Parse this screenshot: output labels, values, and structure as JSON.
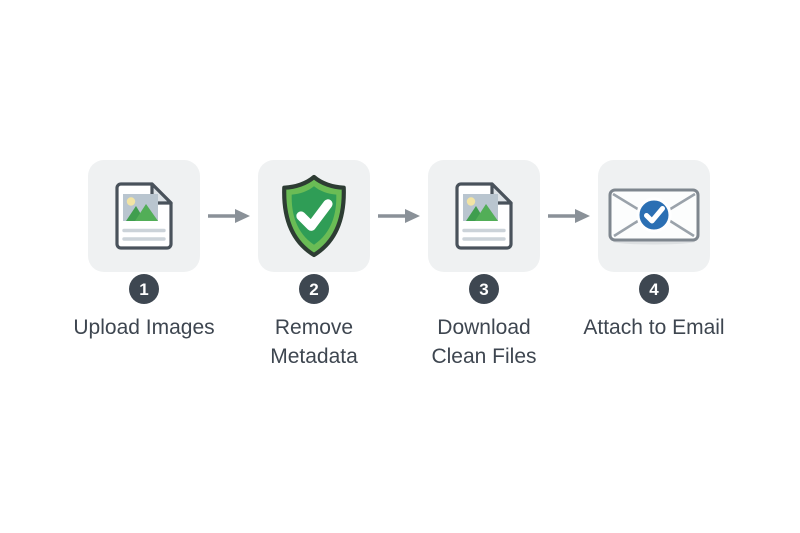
{
  "colors": {
    "background": "#ffffff",
    "card_bg": "#eff1f2",
    "badge_bg": "#3e4751",
    "badge_text": "#ffffff",
    "label_text": "#3e4650",
    "arrow": "#8a9198",
    "doc_outline": "#49525b",
    "doc_fold": "#dde2e6",
    "thumb_bg": "#b9c5cf",
    "mountain_dark": "#3f9e4e",
    "mountain_light": "#52ae57",
    "sun": "#f2e4a4",
    "line_gray": "#ccd3d9",
    "shield_outline": "#2d3c33",
    "shield_light": "#6abc55",
    "shield_dark": "#2f9d56",
    "check_white": "#ffffff",
    "envelope_outline": "#7e868e",
    "envelope_lines": "#9aa2aa",
    "envelope_fill": "#fcfdfd",
    "check_blue": "#2b6fb3"
  },
  "steps": [
    {
      "number": "1",
      "label": "Upload Images",
      "icon": "image-file-icon"
    },
    {
      "number": "2",
      "label": "Remove\nMetadata",
      "icon": "shield-check-icon"
    },
    {
      "number": "3",
      "label": "Download\nClean Files",
      "icon": "image-file-icon"
    },
    {
      "number": "4",
      "label": "Attach to Email",
      "icon": "email-check-icon"
    }
  ]
}
